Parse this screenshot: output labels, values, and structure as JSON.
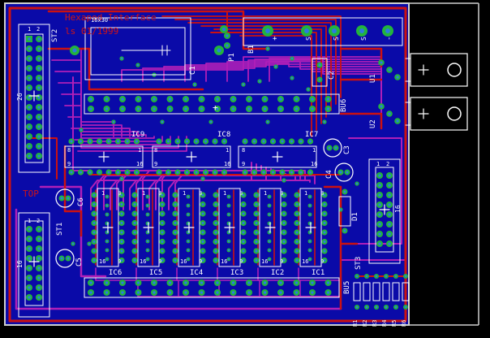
{
  "board": {
    "title_line1": "Hexapod Interface",
    "title_line2": "ls 01/1999",
    "layer_label": "TOP"
  },
  "colors": {
    "background": "#000000",
    "board_fill": "#0a0aa8",
    "outline": "#cfcfcf",
    "top_trace": "#cc1111",
    "bottom_trace": "#b01fb8",
    "pad": "#22b43c",
    "hole": "#2a7be0",
    "silkscreen": "#ffffff",
    "doc_text": "#d21414"
  },
  "components": {
    "crystal": "16x30",
    "headers": {
      "st2": "ST2",
      "st2_size": "26",
      "st2_pin1": "1",
      "st2_pin2": "2",
      "st1": "ST1",
      "st1_size": "16",
      "st1_pin1": "1",
      "st1_pin2": "2",
      "st3": "ST3",
      "st3_size": "16",
      "st3_pin1": "1",
      "st3_pin2": "2"
    },
    "chips": [
      {
        "ref": "IC9",
        "pin_l": "8",
        "pin_r": "1",
        "pin_bl": "9",
        "pin_br": "16"
      },
      {
        "ref": "IC8",
        "pin_l": "8",
        "pin_r": "1",
        "pin_bl": "9",
        "pin_br": "16"
      },
      {
        "ref": "IC7",
        "pin_l": "8",
        "pin_r": "1",
        "pin_bl": "9",
        "pin_br": "16"
      }
    ],
    "lower_chips": [
      {
        "ref": "IC6",
        "pin_t": "1",
        "pin_tr": "8",
        "pin_b": "16",
        "pin_br": "9"
      },
      {
        "ref": "IC5",
        "pin_t": "1",
        "pin_tr": "8",
        "pin_b": "16",
        "pin_br": "9"
      },
      {
        "ref": "IC4",
        "pin_t": "1",
        "pin_tr": "8",
        "pin_b": "16",
        "pin_br": "9"
      },
      {
        "ref": "IC3",
        "pin_t": "1",
        "pin_tr": "8",
        "pin_b": "16",
        "pin_br": "9"
      },
      {
        "ref": "IC2",
        "pin_t": "1",
        "pin_tr": "8",
        "pin_b": "16",
        "pin_br": "9"
      },
      {
        "ref": "IC1",
        "pin_t": "1",
        "pin_tr": "8",
        "pin_b": "16",
        "pin_br": "9"
      }
    ],
    "buses": {
      "bu6": "BU6",
      "bu5": "BU5"
    },
    "regulators": {
      "u1": "U1",
      "u2": "U2"
    },
    "terminal": {
      "ref": "B1",
      "plus": "+",
      "pins": [
        "S",
        "S",
        "S"
      ],
      "minus": "-"
    },
    "caps": {
      "c1": "C1",
      "c2": "C2",
      "c3": "C3",
      "c4": "C4",
      "c5": "C5",
      "c6": "C6"
    },
    "misc": {
      "p1": "P1",
      "d1": "D1",
      "plus": "+"
    },
    "resistors": [
      "R1",
      "R2",
      "R3",
      "R4",
      "R5",
      "R6"
    ]
  }
}
